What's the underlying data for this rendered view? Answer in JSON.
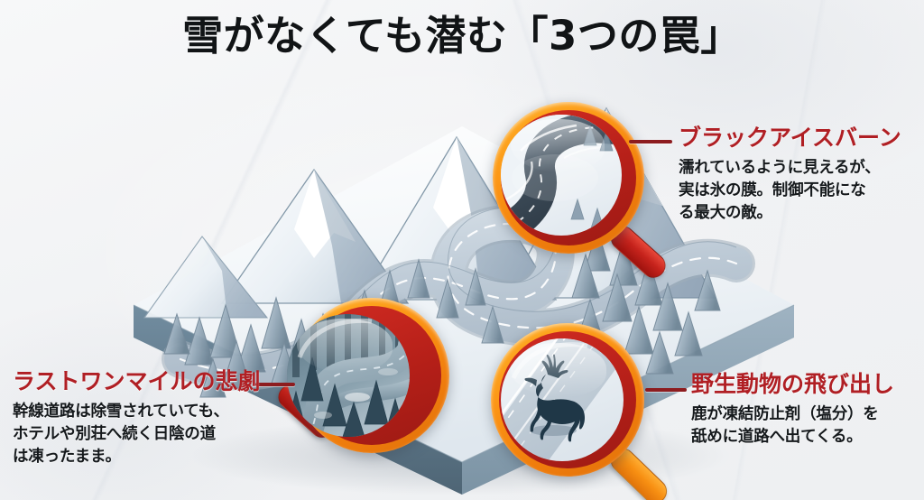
{
  "title": "雪がなくても潜む「3つの罠」",
  "colors": {
    "background": "#f3f4f5",
    "heading_red": "#b01f24",
    "body_text": "#15191c",
    "title_text": "#111416",
    "leader_line": "#8d1c1f",
    "magnifier_rim_orange": "#f7941d",
    "magnifier_rim_red": "#b41f18",
    "handle_red": "#c6231c",
    "handle_orange": "#f78f12",
    "terrain_snow": "#eef2f5",
    "terrain_side": "#5d7486",
    "road_asphalt": "#b9c6d1",
    "tree_blue": "#7e95a5",
    "deer_silhouette": "#1f3747"
  },
  "annotations": [
    {
      "id": "black-ice",
      "heading": "ブラックアイスバーン",
      "body_lines": [
        "濡れているように見えるが、",
        "実は氷の膜。制御不能にな",
        "る最大の敵。"
      ],
      "magnifier": {
        "name": "magnifier-black-ice",
        "lens_content": "icy curved mountain road",
        "handle_color": "red",
        "handle_direction": "lower-right"
      }
    },
    {
      "id": "wildlife",
      "heading": "野生動物の飛び出し",
      "body_lines": [
        "鹿が凍結防止剤（塩分）を",
        "舐めに道路へ出てくる。"
      ],
      "magnifier": {
        "name": "magnifier-wildlife",
        "lens_content": "deer silhouette crossing road",
        "handle_color": "orange",
        "handle_direction": "lower-right"
      }
    },
    {
      "id": "last-one-mile",
      "heading": "ラストワンマイルの悲劇",
      "body_lines": [
        "幹線道路は除雪されていても、",
        "ホテルや別荘へ続く日陰の道",
        "は凍ったまま。"
      ],
      "magnifier": {
        "name": "magnifier-last-one-mile",
        "lens_content": "shaded forest road in deep shadow",
        "handle_color": "red",
        "handle_direction": "lower-left"
      }
    }
  ],
  "scene": {
    "name": "isometric-snowy-mountain-terrain",
    "description": "Isometric block of snow-covered mountains with conifer forest and a winding serpentine road",
    "elements": [
      "snow-capped-mountains",
      "conifer-forest",
      "serpentine-road",
      "terrain-block"
    ]
  }
}
